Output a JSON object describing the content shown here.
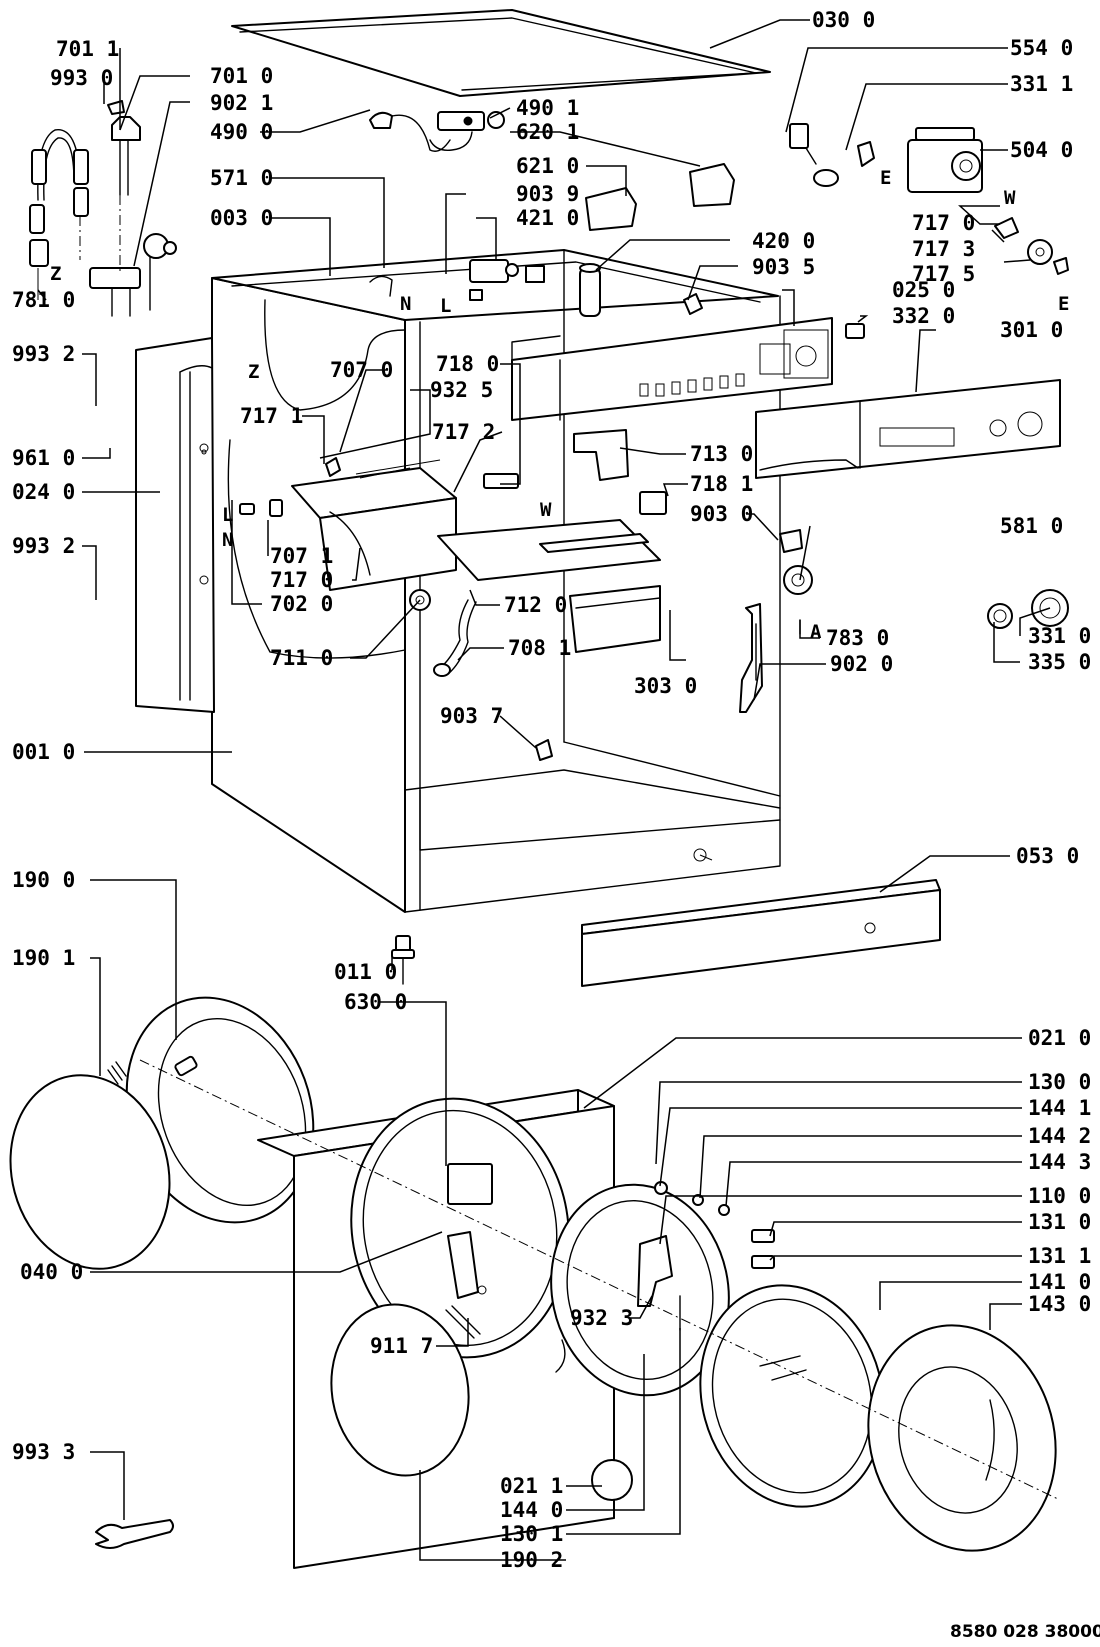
{
  "drawing_number": "8580 028 38000",
  "callouts": [
    {
      "id": "030_0",
      "text": "030 0"
    },
    {
      "id": "554_0",
      "text": "554 0"
    },
    {
      "id": "331_1",
      "text": "331 1"
    },
    {
      "id": "504_0",
      "text": "504 0"
    },
    {
      "id": "717_0_a",
      "text": "717 0"
    },
    {
      "id": "717_3",
      "text": "717 3"
    },
    {
      "id": "717_5",
      "text": "717 5"
    },
    {
      "id": "701_1",
      "text": "701 1"
    },
    {
      "id": "993_0",
      "text": "993 0"
    },
    {
      "id": "701_0",
      "text": "701 0"
    },
    {
      "id": "902_1",
      "text": "902 1"
    },
    {
      "id": "490_0",
      "text": "490 0"
    },
    {
      "id": "490_1",
      "text": "490 1"
    },
    {
      "id": "620_1",
      "text": "620 1"
    },
    {
      "id": "621_0",
      "text": "621 0"
    },
    {
      "id": "903_9",
      "text": "903 9"
    },
    {
      "id": "421_0",
      "text": "421 0"
    },
    {
      "id": "420_0",
      "text": "420 0"
    },
    {
      "id": "903_5",
      "text": "903 5"
    },
    {
      "id": "025_0",
      "text": "025 0"
    },
    {
      "id": "332_0",
      "text": "332 0"
    },
    {
      "id": "301_0",
      "text": "301 0"
    },
    {
      "id": "571_0",
      "text": "571 0"
    },
    {
      "id": "003_0",
      "text": "003 0"
    },
    {
      "id": "781_0",
      "text": "781 0"
    },
    {
      "id": "993_2_a",
      "text": "993 2"
    },
    {
      "id": "961_0",
      "text": "961 0"
    },
    {
      "id": "024_0",
      "text": "024 0"
    },
    {
      "id": "993_2_b",
      "text": "993 2"
    },
    {
      "id": "707_0",
      "text": "707 0"
    },
    {
      "id": "932_5",
      "text": "932 5"
    },
    {
      "id": "717_1",
      "text": "717 1"
    },
    {
      "id": "717_2",
      "text": "717 2"
    },
    {
      "id": "718_0",
      "text": "718 0"
    },
    {
      "id": "713_0",
      "text": "713 0"
    },
    {
      "id": "718_1",
      "text": "718 1"
    },
    {
      "id": "903_0",
      "text": "903 0"
    },
    {
      "id": "581_0",
      "text": "581 0"
    },
    {
      "id": "707_1",
      "text": "707 1"
    },
    {
      "id": "717_0_b",
      "text": "717 0"
    },
    {
      "id": "702_0",
      "text": "702 0"
    },
    {
      "id": "711_0",
      "text": "711 0"
    },
    {
      "id": "712_0",
      "text": "712 0"
    },
    {
      "id": "708_1",
      "text": "708 1"
    },
    {
      "id": "303_0",
      "text": "303 0"
    },
    {
      "id": "783_0",
      "text": "783 0"
    },
    {
      "id": "902_0",
      "text": "902 0"
    },
    {
      "id": "331_0",
      "text": "331 0"
    },
    {
      "id": "335_0",
      "text": "335 0"
    },
    {
      "id": "903_7",
      "text": "903 7"
    },
    {
      "id": "001_0",
      "text": "001 0"
    },
    {
      "id": "053_0",
      "text": "053 0"
    },
    {
      "id": "011_0",
      "text": "011 0"
    },
    {
      "id": "190_0",
      "text": "190 0"
    },
    {
      "id": "190_1",
      "text": "190 1"
    },
    {
      "id": "630_0",
      "text": "630 0"
    },
    {
      "id": "021_0",
      "text": "021 0"
    },
    {
      "id": "130_0",
      "text": "130 0"
    },
    {
      "id": "144_1",
      "text": "144 1"
    },
    {
      "id": "144_2",
      "text": "144 2"
    },
    {
      "id": "144_3",
      "text": "144 3"
    },
    {
      "id": "110_0",
      "text": "110 0"
    },
    {
      "id": "131_0",
      "text": "131 0"
    },
    {
      "id": "131_1",
      "text": "131 1"
    },
    {
      "id": "141_0",
      "text": "141 0"
    },
    {
      "id": "143_0",
      "text": "143 0"
    },
    {
      "id": "040_0",
      "text": "040 0"
    },
    {
      "id": "932_3",
      "text": "932 3"
    },
    {
      "id": "911_7",
      "text": "911 7"
    },
    {
      "id": "993_3",
      "text": "993 3"
    },
    {
      "id": "021_1",
      "text": "021 1"
    },
    {
      "id": "144_0",
      "text": "144 0"
    },
    {
      "id": "130_1",
      "text": "130 1"
    },
    {
      "id": "190_2",
      "text": "190 2"
    }
  ],
  "markers": [
    {
      "id": "E_1",
      "text": "E"
    },
    {
      "id": "W_1",
      "text": "W"
    },
    {
      "id": "E_2",
      "text": "E"
    },
    {
      "id": "N_1",
      "text": "N"
    },
    {
      "id": "L_1",
      "text": "L"
    },
    {
      "id": "Z_1",
      "text": "Z"
    },
    {
      "id": "Z_2",
      "text": "Z"
    },
    {
      "id": "L_2",
      "text": "L"
    },
    {
      "id": "N_2",
      "text": "N"
    },
    {
      "id": "W_2",
      "text": "W"
    },
    {
      "id": "A_1",
      "text": "A"
    }
  ]
}
